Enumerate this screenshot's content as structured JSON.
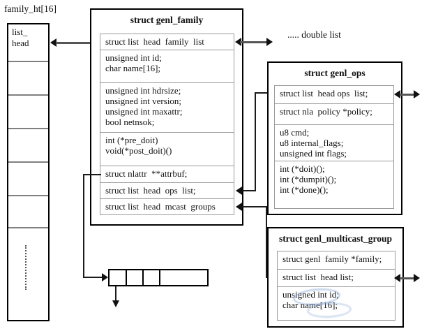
{
  "hash_table": {
    "label": "family_ht[16]",
    "bucket0": "list_\nhead"
  },
  "annotations": {
    "double_list": "..... double list"
  },
  "genl_family": {
    "title": "struct genl_family",
    "rows": [
      "struct list  head  family  list",
      "unsigned int id;\nchar name[16];",
      "unsigned int hdrsize;\nunsigned int version;\nunsigned int maxattr;\nbool netnsok;",
      "int (*pre_doit)\nvoid(*post_doit)()",
      "struct nlattr  **attrbuf;",
      "struct list  head  ops  list;",
      "struct list  head  mcast  groups"
    ]
  },
  "genl_ops": {
    "title": "struct genl_ops",
    "rows": [
      "struct list  head ops  list;",
      "struct nla  policy *policy;",
      "u8 cmd;\nu8 internal_flags;\nunsigned int flags;",
      "int (*doit)();\nint (*dumpit)();\nint (*done)();"
    ]
  },
  "genl_multicast_group": {
    "title": "struct genl_multicast_group",
    "rows": [
      "struct genl  family *family;",
      "struct list  head list;",
      "unsigned int id;\nchar name[16];"
    ]
  },
  "colors": {
    "outer_border": "#000000",
    "inner_border": "#9a9a9a",
    "arrow": "#111111",
    "double_arrow_shaft": "#555555",
    "watermark_blue": "#8caad7",
    "background": "#ffffff"
  }
}
